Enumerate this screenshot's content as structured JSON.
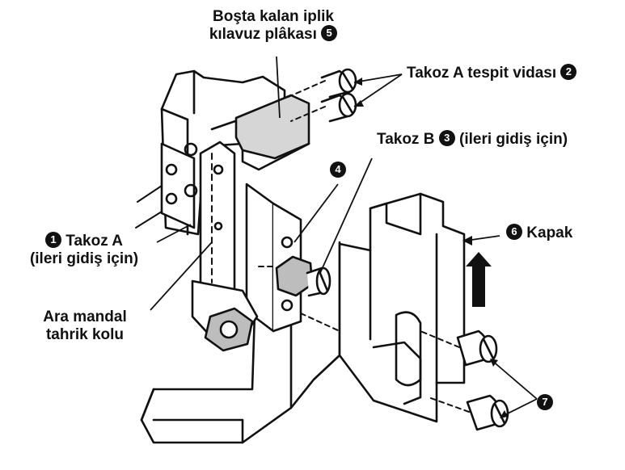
{
  "labels": {
    "guide_plate_line1": "Boşta kalan iplik",
    "guide_plate_line2": "kılavuz plâkası",
    "guide_plate_number": "5",
    "screw_a": "Takoz A tespit vidası",
    "screw_a_number": "2",
    "block_b": "Takoz B",
    "block_b_number": "3",
    "block_b_note": "(ileri gidiş için)",
    "callout_4": "4",
    "cover": "Kapak",
    "cover_number": "6",
    "block_a": "Takoz A",
    "block_a_number": "1",
    "block_a_note": "(ileri gidiş için)",
    "lever_line1": "Ara mandal",
    "lever_line2": "tahrik kolu",
    "callout_7": "7"
  },
  "colors": {
    "ink": "#111111",
    "paper": "#ffffff",
    "shade": "#bdbdbd"
  }
}
